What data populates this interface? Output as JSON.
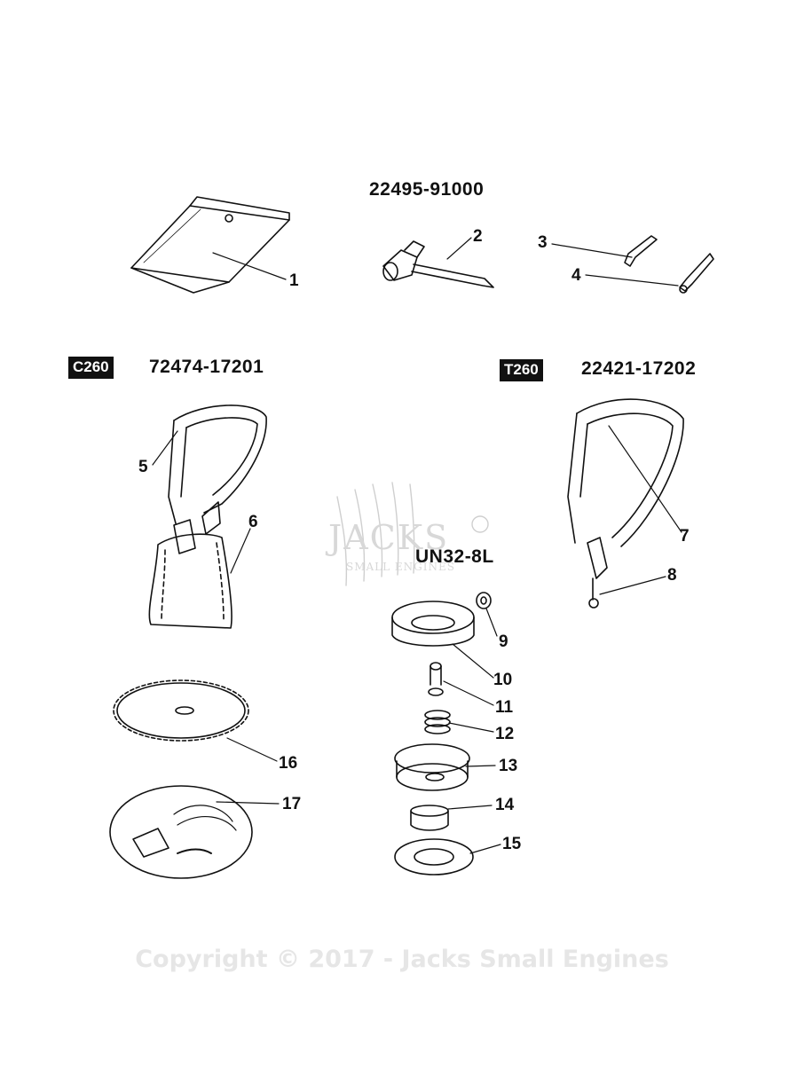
{
  "kits": {
    "tools_kit": "22495-91000",
    "c260_kit": "72474-17201",
    "t260_kit": "22421-17202",
    "head_kit": "UN32-8L"
  },
  "models": {
    "c260": "C260",
    "t260": "T260"
  },
  "callouts": [
    "1",
    "2",
    "3",
    "4",
    "5",
    "6",
    "7",
    "8",
    "9",
    "10",
    "11",
    "12",
    "13",
    "14",
    "15",
    "16",
    "17"
  ],
  "watermark": {
    "brand": "JACKS",
    "tagline": "SMALL ENGINES",
    "copyright": "Copyright © 2017 - Jacks Small Engines"
  }
}
